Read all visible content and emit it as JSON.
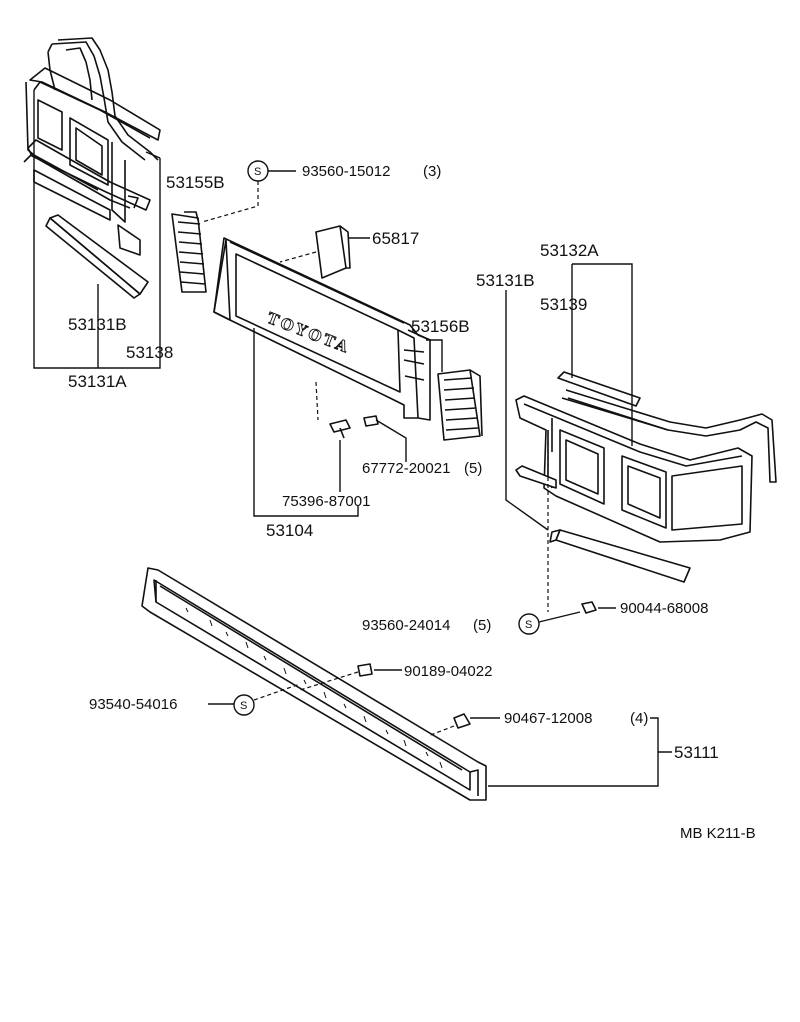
{
  "diagram": {
    "parts": {
      "p53155B": "53155B",
      "p93560_15012": "93560-15012",
      "p93560_15012_qty": "(3)",
      "p65817": "65817",
      "p53132A": "53132A",
      "p53131B_right": "53131B",
      "p53139": "53139",
      "p53156B": "53156B",
      "p53131B_left": "53131B",
      "p53138": "53138",
      "p53131A": "53131A",
      "p67772_20021": "67772-20021",
      "p67772_20021_qty": "(5)",
      "p75396_87001": "75396-87001",
      "p53104": "53104",
      "p93560_24014": "93560-24014",
      "p93560_24014_qty": "(5)",
      "p90044_68008": "90044-68008",
      "p90189_04022": "90189-04022",
      "p93540_54016": "93540-54016",
      "p90467_12008": "90467-12008",
      "p90467_12008_qty": "(4)",
      "p53111": "53111"
    },
    "badge_symbol": "S",
    "emblem_text": "TOYOTA",
    "footer_code": "MB  K211-B"
  }
}
